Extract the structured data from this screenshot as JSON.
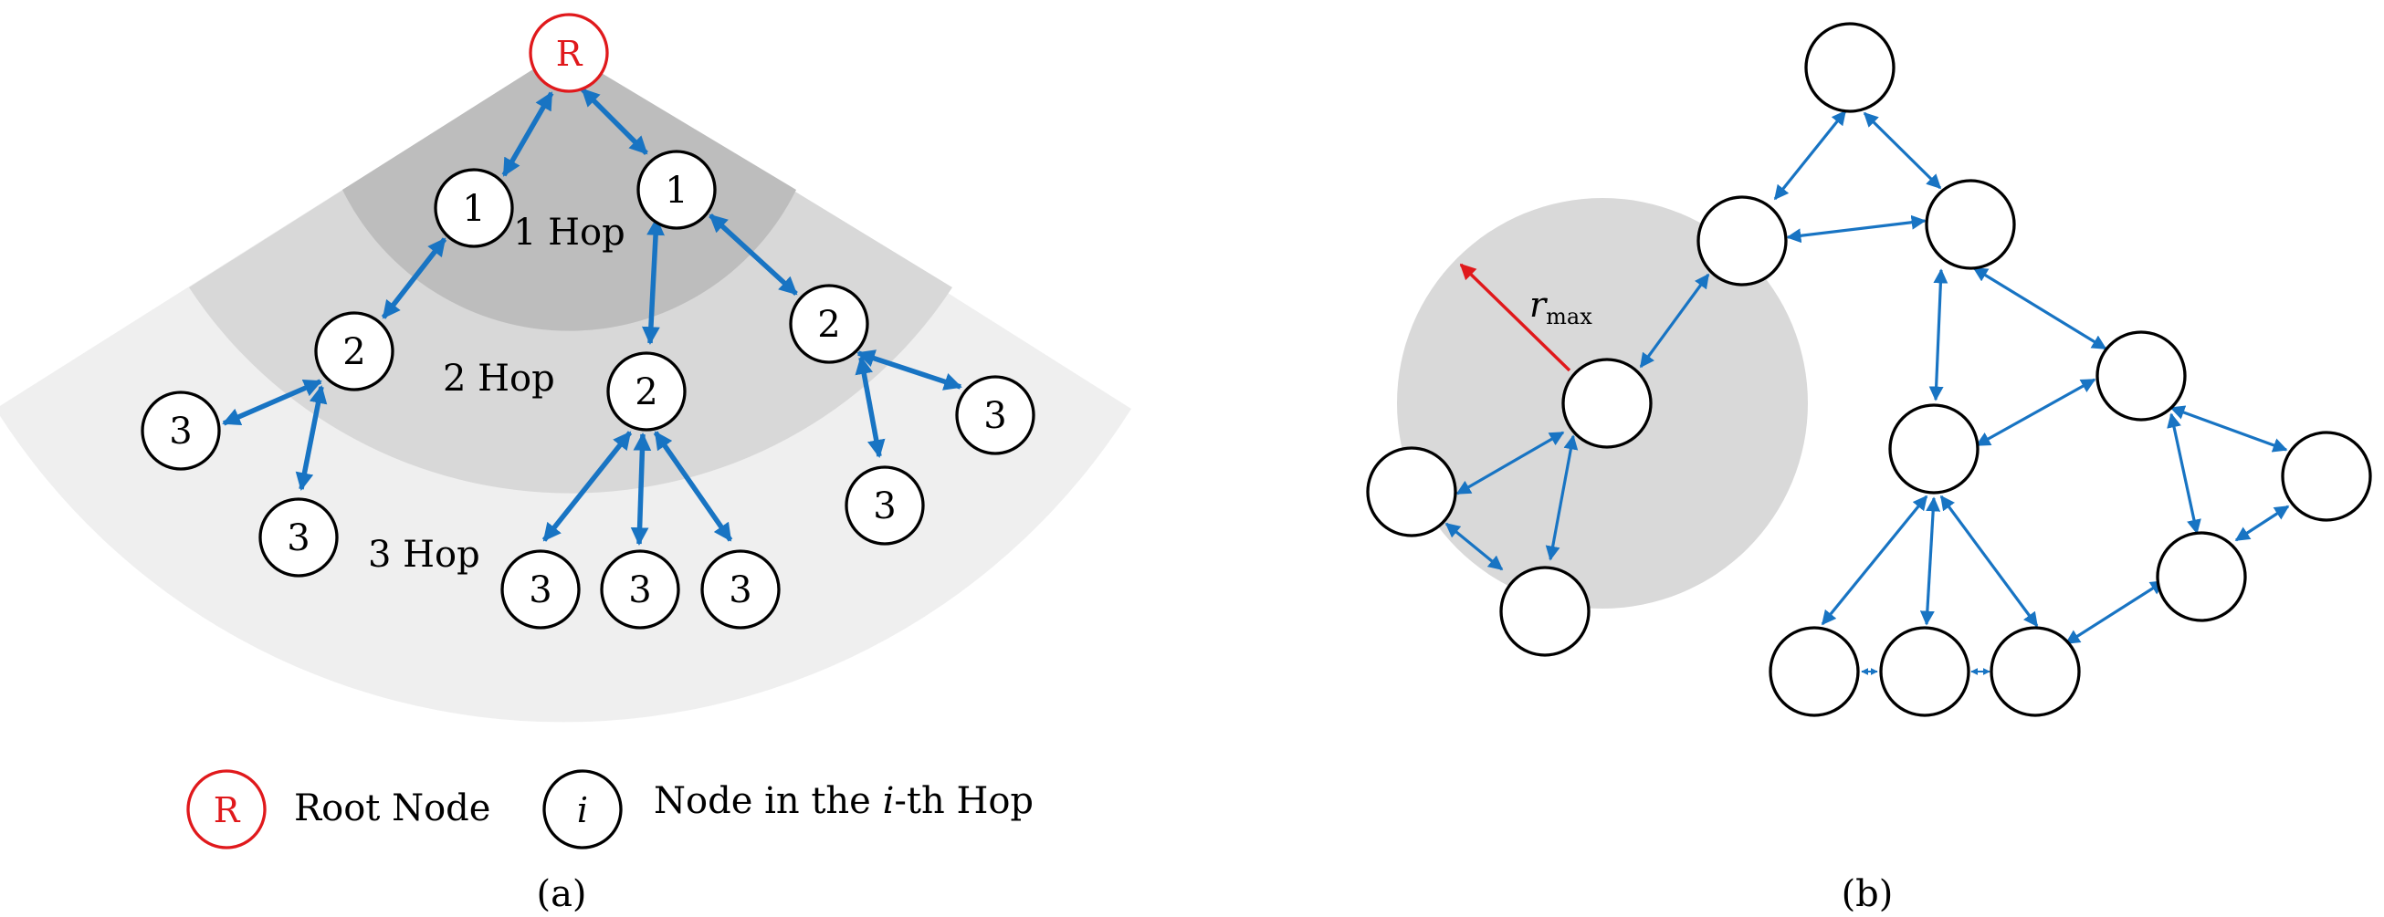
{
  "panel_a": {
    "root_label": "R",
    "hop1_label": "1 Hop",
    "hop2_label": "2 Hop",
    "hop3_label": "3 Hop",
    "node_hop1": "1",
    "node_hop2": "2",
    "node_hop3": "3",
    "caption": "(a)"
  },
  "legend": {
    "root_symbol": "R",
    "root_text": "Root Node",
    "node_symbol": "i",
    "node_text_before": "Node in the ",
    "node_text_italic": "i",
    "node_text_after": "-th Hop"
  },
  "panel_b": {
    "radius_symbol": "r",
    "radius_subscript": "max",
    "caption": "(b)"
  },
  "colors": {
    "edge": "#1874c3",
    "root": "#e0191c",
    "radius_arrow": "#e0191c",
    "ring_hop1": "#bdbdbd",
    "ring_hop2": "#d8d8d8",
    "ring_hop3": "#efefef",
    "sensing_disk": "#d9d9d9"
  }
}
